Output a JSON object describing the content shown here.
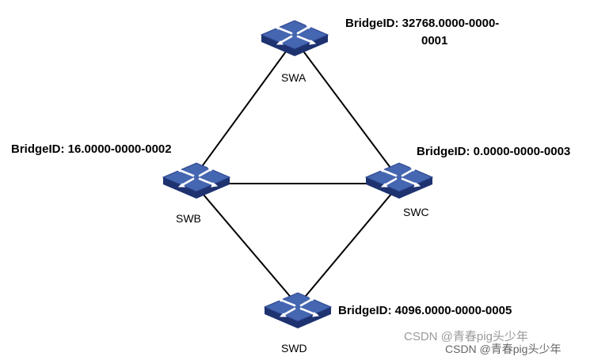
{
  "nodes": {
    "swa": {
      "name": "SWA",
      "bridge_id_line1": "BridgeID: 32768.0000-0000-",
      "bridge_id_line2": "0001"
    },
    "swb": {
      "name": "SWB",
      "bridge_id": "BridgeID: 16.0000-0000-0002"
    },
    "swc": {
      "name": "SWC",
      "bridge_id": "BridgeID: 0.0000-0000-0003"
    },
    "swd": {
      "name": "SWD",
      "bridge_id": "BridgeID: 4096.0000-0000-0005"
    }
  },
  "links": [
    {
      "from": "SWA",
      "to": "SWB"
    },
    {
      "from": "SWA",
      "to": "SWC"
    },
    {
      "from": "SWB",
      "to": "SWC"
    },
    {
      "from": "SWB",
      "to": "SWD"
    },
    {
      "from": "SWC",
      "to": "SWD"
    }
  ],
  "watermark": {
    "text": "CSDN @青春pig头少年",
    "text2": "CSDN @青春pig头少年"
  },
  "colors": {
    "switch_top": "#3f5fa8",
    "switch_side": "#1e3270",
    "arrow": "#ffffff",
    "link": "#000000"
  },
  "icons": {
    "switch": "network-switch-icon"
  }
}
